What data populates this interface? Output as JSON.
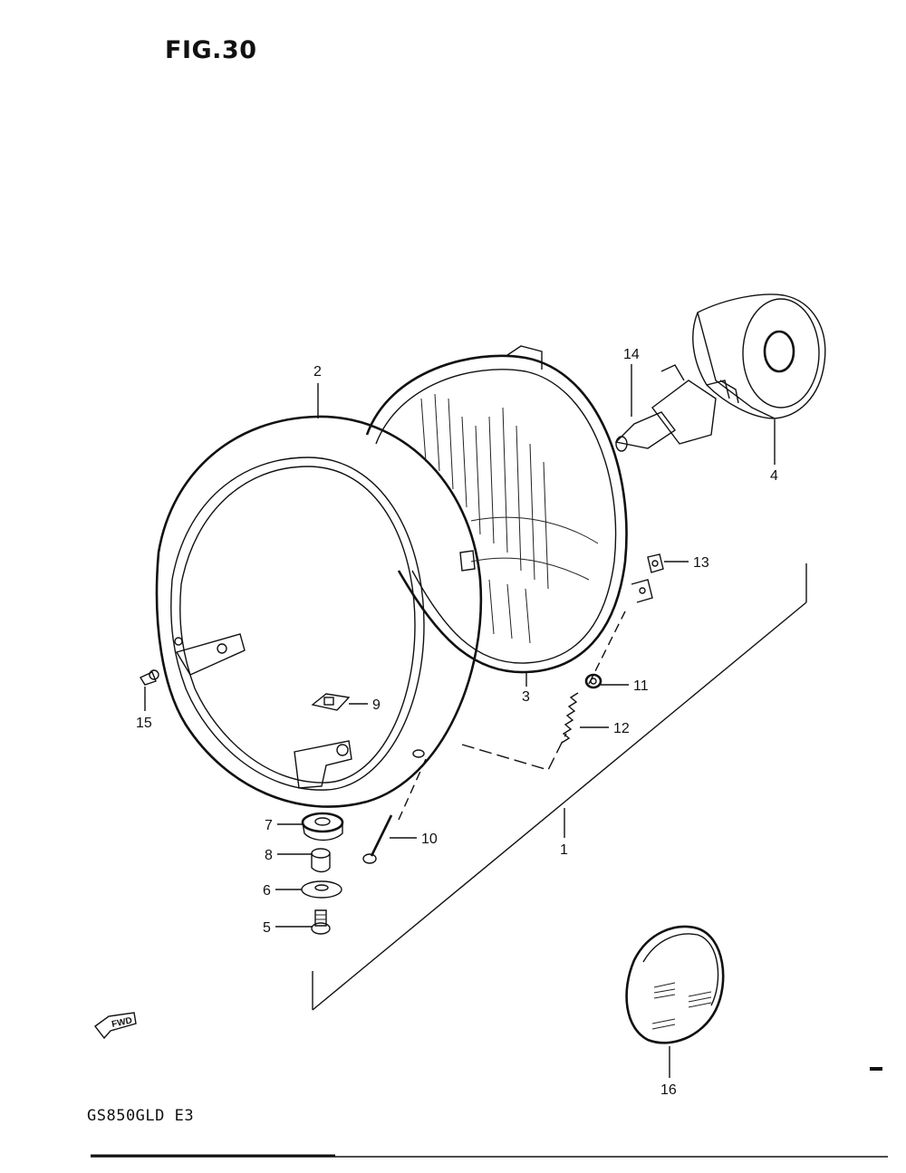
{
  "header": {
    "figure_title": "FIG.30"
  },
  "footer": {
    "model_code": "GS850GLD E3"
  },
  "direction_badge": {
    "label": "FWD"
  },
  "callouts": [
    {
      "id": "c1",
      "label": "1"
    },
    {
      "id": "c2",
      "label": "2"
    },
    {
      "id": "c3",
      "label": "3"
    },
    {
      "id": "c4",
      "label": "4"
    },
    {
      "id": "c5",
      "label": "5"
    },
    {
      "id": "c6",
      "label": "6"
    },
    {
      "id": "c7",
      "label": "7"
    },
    {
      "id": "c8",
      "label": "8"
    },
    {
      "id": "c9",
      "label": "9"
    },
    {
      "id": "c10",
      "label": "10"
    },
    {
      "id": "c11",
      "label": "11"
    },
    {
      "id": "c12",
      "label": "12"
    },
    {
      "id": "c13",
      "label": "13"
    },
    {
      "id": "c14",
      "label": "14"
    },
    {
      "id": "c15",
      "label": "15"
    },
    {
      "id": "c16",
      "label": "16"
    }
  ]
}
